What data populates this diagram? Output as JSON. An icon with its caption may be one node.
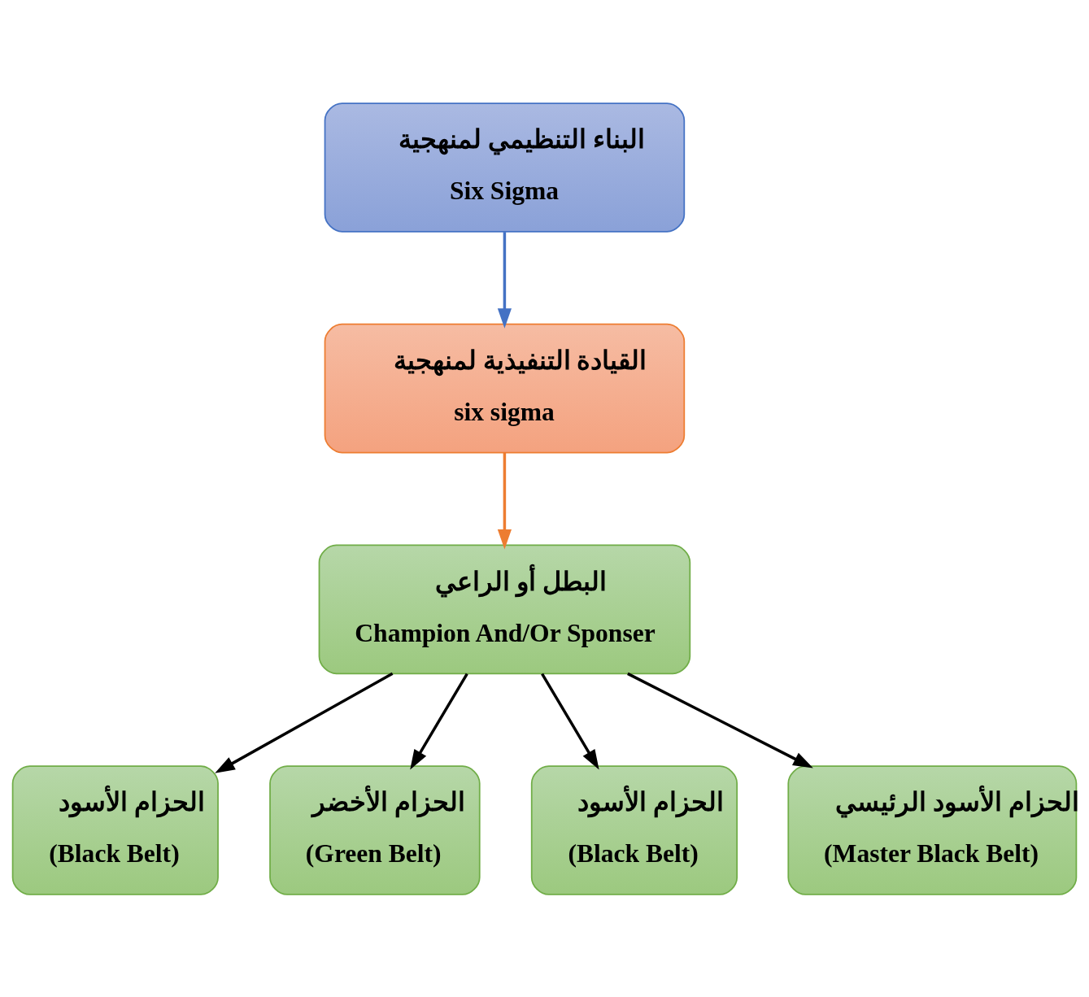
{
  "diagram": {
    "nodes": [
      {
        "text": [
          "البناء التنظيمي لمنهجية",
          "Six Sigma"
        ]
      },
      {
        "text": [
          "القيادة التنفيذية لمنهجية",
          "six sigma"
        ]
      },
      {
        "text": [
          "البطل أو الراعي",
          "Champion And/Or Sponser"
        ]
      },
      {
        "text": [
          "الحزام الأسود",
          "(Black Belt)"
        ]
      },
      {
        "text": [
          "الحزام الأخضر",
          "(Green Belt)"
        ]
      },
      {
        "text": [
          "الحزام الأسود",
          "(Black Belt)"
        ]
      },
      {
        "text": [
          "الحزام الأسود الرئيسي",
          "(Master Black Belt)"
        ]
      }
    ],
    "edges": [
      {
        "from": 0,
        "to": 1,
        "arrow": "to",
        "color": "#4472c4"
      },
      {
        "from": 1,
        "to": 2,
        "arrow": "to",
        "color": "#ed7d31"
      },
      {
        "from": 2,
        "to": 3,
        "arrow": "to"
      },
      {
        "from": 2,
        "to": 4,
        "arrow": "to"
      },
      {
        "from": 2,
        "to": 5,
        "arrow": "to"
      },
      {
        "from": 2,
        "to": 6,
        "arrow": "to"
      }
    ]
  }
}
